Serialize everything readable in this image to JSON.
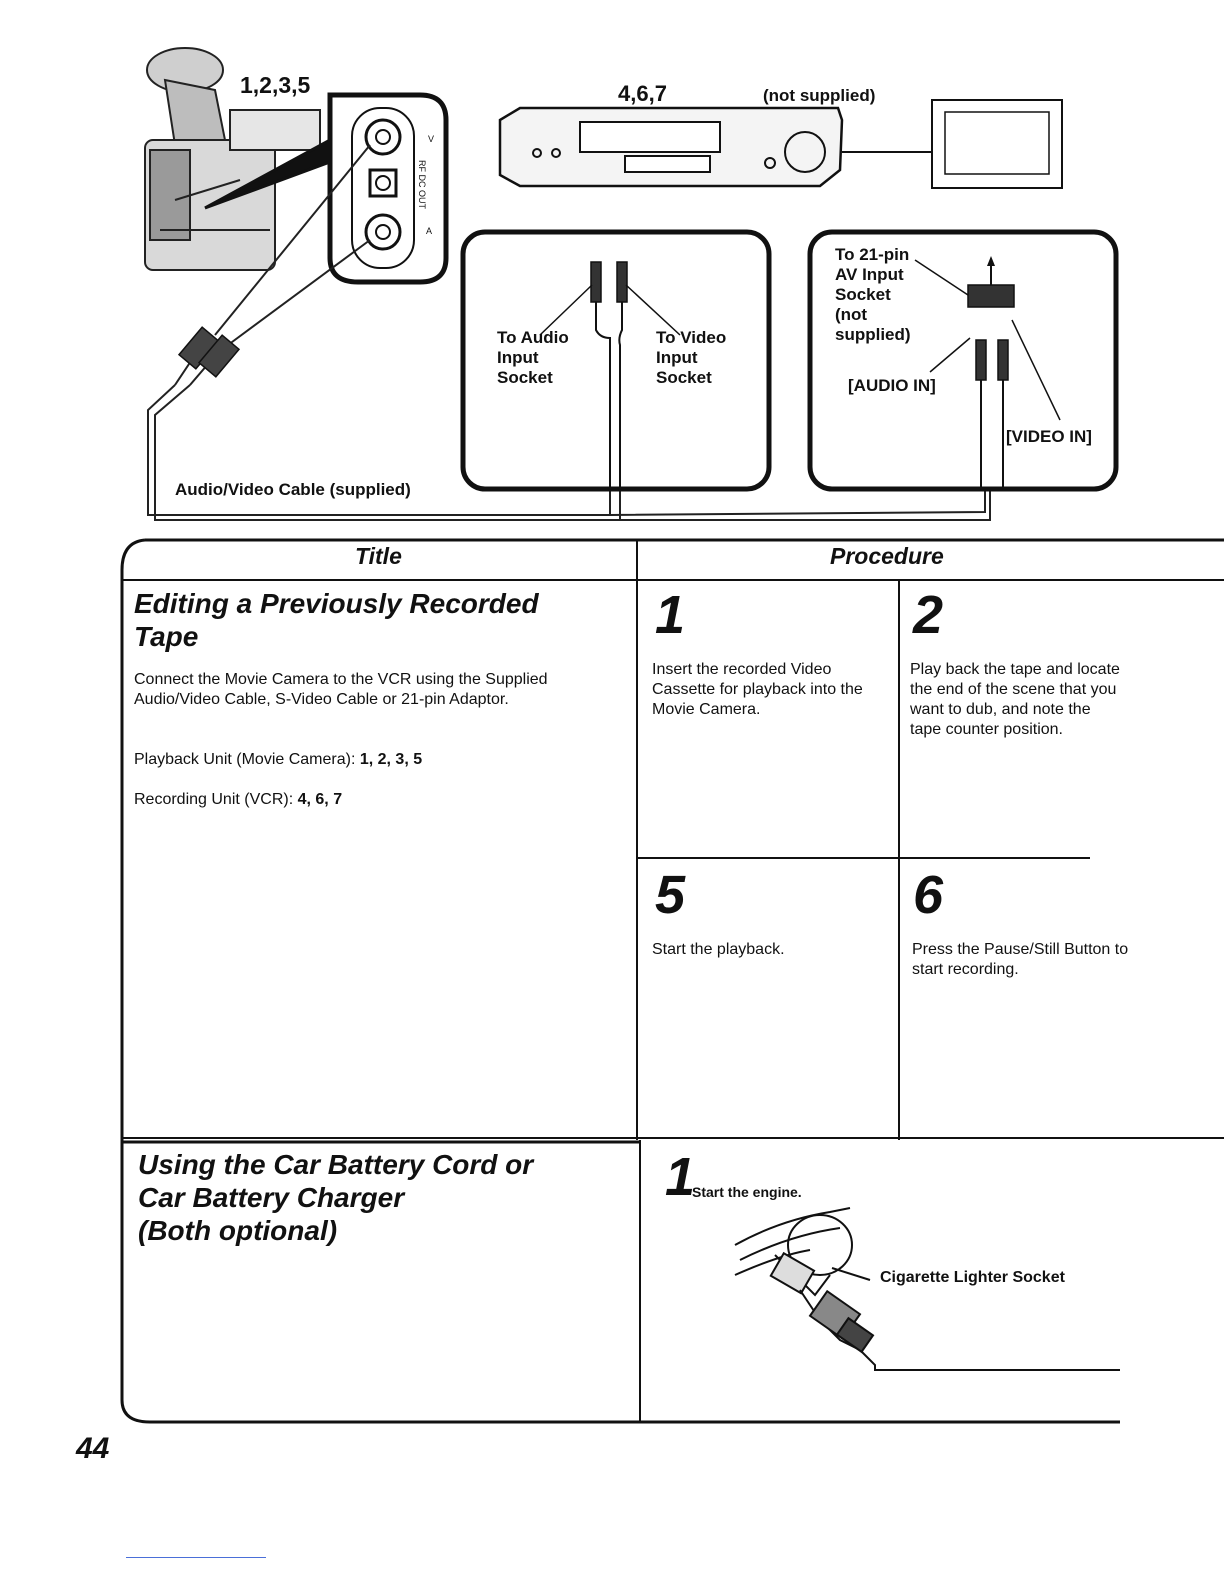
{
  "diagram": {
    "camera_steps": "1,2,3,5",
    "vcr_steps": "4,6,7",
    "not_supplied": "(not supplied)",
    "jack_labels": [
      "V",
      "RF DC OUT",
      "A"
    ],
    "audio_input": [
      "To Audio",
      "Input",
      "Socket"
    ],
    "video_input": [
      "To Video",
      "Input",
      "Socket"
    ],
    "av_socket": [
      "To 21-pin",
      "AV Input",
      "Socket",
      "(not",
      "supplied)"
    ],
    "audio_in": "[AUDIO IN]",
    "video_in": "[VIDEO IN]",
    "cable_label": "Audio/Video Cable (supplied)"
  },
  "table": {
    "title_header": "Title",
    "procedure_header": "Procedure"
  },
  "editing": {
    "title_line1": "Editing a Previously Recorded",
    "title_line2": "Tape",
    "intro": "Connect the Movie Camera to the VCR using the Supplied Audio/Video Cable, S-Video Cable or 21-pin Adaptor.",
    "playback_label": "Playback Unit (Movie Camera): ",
    "playback_steps": "1, 2, 3, 5",
    "recording_label": "Recording Unit (VCR): ",
    "recording_steps": "4, 6, 7",
    "steps": [
      {
        "num": "1",
        "text": "Insert the recorded Video Cassette for playback into the Movie Camera."
      },
      {
        "num": "2",
        "text": "Play back the tape and locate the end of the scene that you want to dub, and note the tape counter position."
      },
      {
        "num": "5",
        "text": "Start the playback."
      },
      {
        "num": "6",
        "text": "Press the Pause/Still Button to start recording."
      }
    ]
  },
  "car": {
    "title_line1": "Using the Car Battery Cord or",
    "title_line2": "Car Battery Charger",
    "title_line3": "(Both optional)",
    "step_num": "1",
    "step_text": "Start the engine.",
    "socket_label": "Cigarette Lighter Socket"
  },
  "page_number": "44"
}
